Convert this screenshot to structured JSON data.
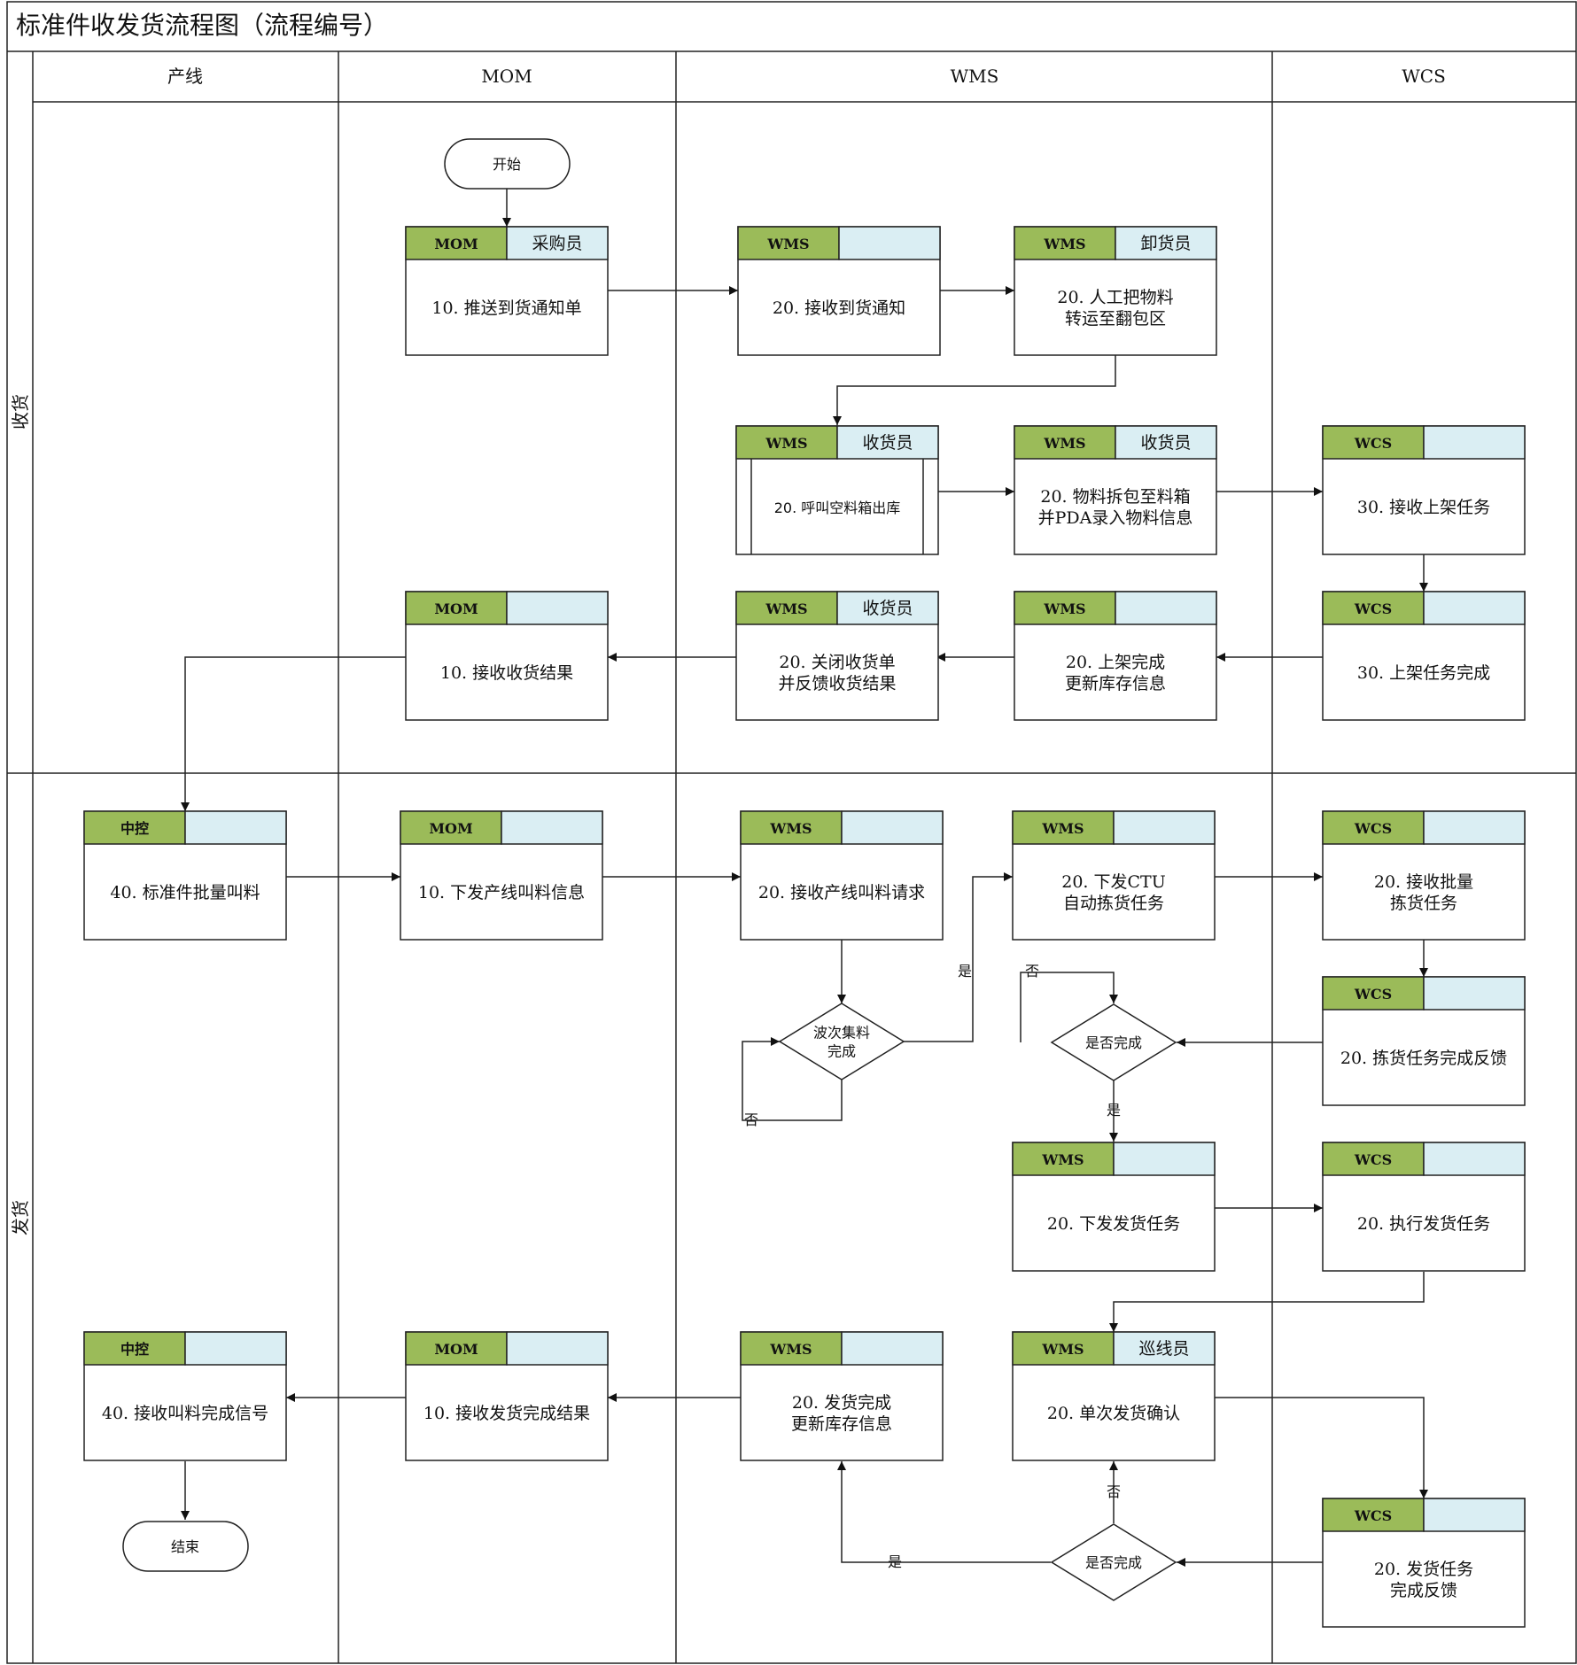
{
  "title": "标准件收发货流程图（流程编号）",
  "columns": [
    "产线",
    "MOM",
    "WMS",
    "WCS"
  ],
  "phases": [
    "收货",
    "发货"
  ],
  "colors": {
    "header_green": "#9BBB59",
    "header_blue": "#DAEEF3",
    "border": "#222222"
  },
  "terminals": {
    "start": "开始",
    "end": "结束"
  },
  "boxes": {
    "b1": {
      "system": "MOM",
      "role": "采购员",
      "lines": [
        "10. 推送到货通知单"
      ]
    },
    "b2": {
      "system": "WMS",
      "role": "",
      "lines": [
        "20. 接收到货通知"
      ]
    },
    "b3": {
      "system": "WMS",
      "role": "卸货员",
      "lines": [
        "20. 人工把物料",
        "转运至翻包区"
      ]
    },
    "b4": {
      "system": "WMS",
      "role": "收货员",
      "lines": [
        "20. 呼叫空料箱出库"
      ]
    },
    "b5": {
      "system": "WMS",
      "role": "收货员",
      "lines": [
        "20. 物料拆包至料箱",
        "并PDA录入物料信息"
      ]
    },
    "b6": {
      "system": "WCS",
      "role": "",
      "lines": [
        "30. 接收上架任务"
      ]
    },
    "b7": {
      "system": "WCS",
      "role": "",
      "lines": [
        "30. 上架任务完成"
      ]
    },
    "b8": {
      "system": "WMS",
      "role": "",
      "lines": [
        "20. 上架完成",
        "更新库存信息"
      ]
    },
    "b9": {
      "system": "WMS",
      "role": "收货员",
      "lines": [
        "20. 关闭收货单",
        "并反馈收货结果"
      ]
    },
    "b10": {
      "system": "MOM",
      "role": "",
      "lines": [
        "10. 接收收货结果"
      ]
    },
    "b11": {
      "system": "中控",
      "role": "",
      "lines": [
        "40. 标准件批量叫料"
      ]
    },
    "b12": {
      "system": "MOM",
      "role": "",
      "lines": [
        "10. 下发产线叫料信息"
      ]
    },
    "b13": {
      "system": "WMS",
      "role": "",
      "lines": [
        "20. 接收产线叫料请求"
      ]
    },
    "b14": {
      "system": "WMS",
      "role": "",
      "lines": [
        "20. 下发CTU",
        "自动拣货任务"
      ]
    },
    "b15": {
      "system": "WCS",
      "role": "",
      "lines": [
        "20. 接收批量",
        "拣货任务"
      ]
    },
    "b16": {
      "system": "WCS",
      "role": "",
      "lines": [
        "20. 拣货任务完成反馈"
      ]
    },
    "b17": {
      "system": "WMS",
      "role": "",
      "lines": [
        "20. 下发发货任务"
      ]
    },
    "b18": {
      "system": "WCS",
      "role": "",
      "lines": [
        "20. 执行发货任务"
      ]
    },
    "b19": {
      "system": "WMS",
      "role": "巡线员",
      "lines": [
        "20. 单次发货确认"
      ]
    },
    "b20": {
      "system": "WCS",
      "role": "",
      "lines": [
        "20. 发货任务",
        "完成反馈"
      ]
    },
    "b21": {
      "system": "WMS",
      "role": "",
      "lines": [
        "20. 发货完成",
        "更新库存信息"
      ]
    },
    "b22": {
      "system": "MOM",
      "role": "",
      "lines": [
        "10. 接收发货完成结果"
      ]
    },
    "b23": {
      "system": "中控",
      "role": "",
      "lines": [
        "40. 接收叫料完成信号"
      ]
    }
  },
  "decisions": {
    "d1": {
      "lines": [
        "波次集料",
        "完成"
      ]
    },
    "d2": {
      "lines": [
        "是否完成"
      ]
    },
    "d3": {
      "lines": [
        "是否完成"
      ]
    }
  },
  "edge_labels": {
    "yes": "是",
    "no": "否"
  }
}
